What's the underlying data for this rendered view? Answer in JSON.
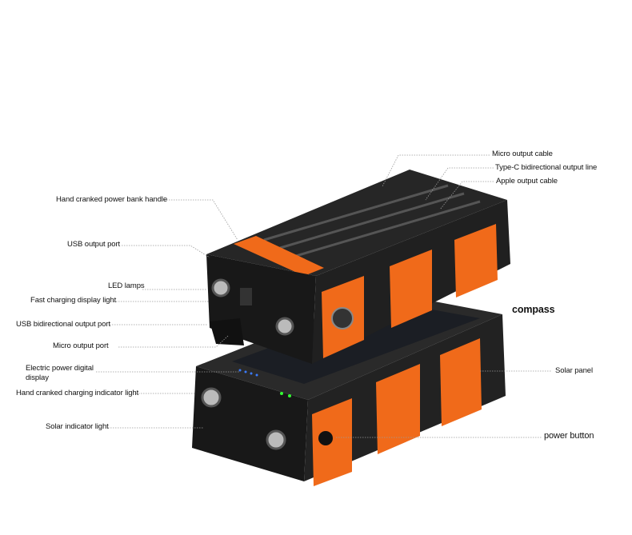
{
  "labels": {
    "micro_output_cable": "Micro output cable",
    "typec_line": "Type-C bidirectional output line",
    "apple_cable": "Apple output cable",
    "handle": "Hand cranked power bank handle",
    "usb_output_port": "USB output port",
    "led_lamps": "LED lamps",
    "fast_charging_light": "Fast charging display light",
    "usb_bidirectional_port": "USB bidirectional output port",
    "micro_output_port": "Micro output port",
    "digital_display": "Electric power digital display",
    "hand_cranked_indicator": "Hand cranked charging indicator light",
    "solar_indicator": "Solar indicator light",
    "compass": "compass",
    "solar_panel": "Solar panel",
    "power_button": "power button"
  },
  "colors": {
    "body": "#1c1c1c",
    "accent": "#f06a1a",
    "leader": "#9a9a9a"
  }
}
